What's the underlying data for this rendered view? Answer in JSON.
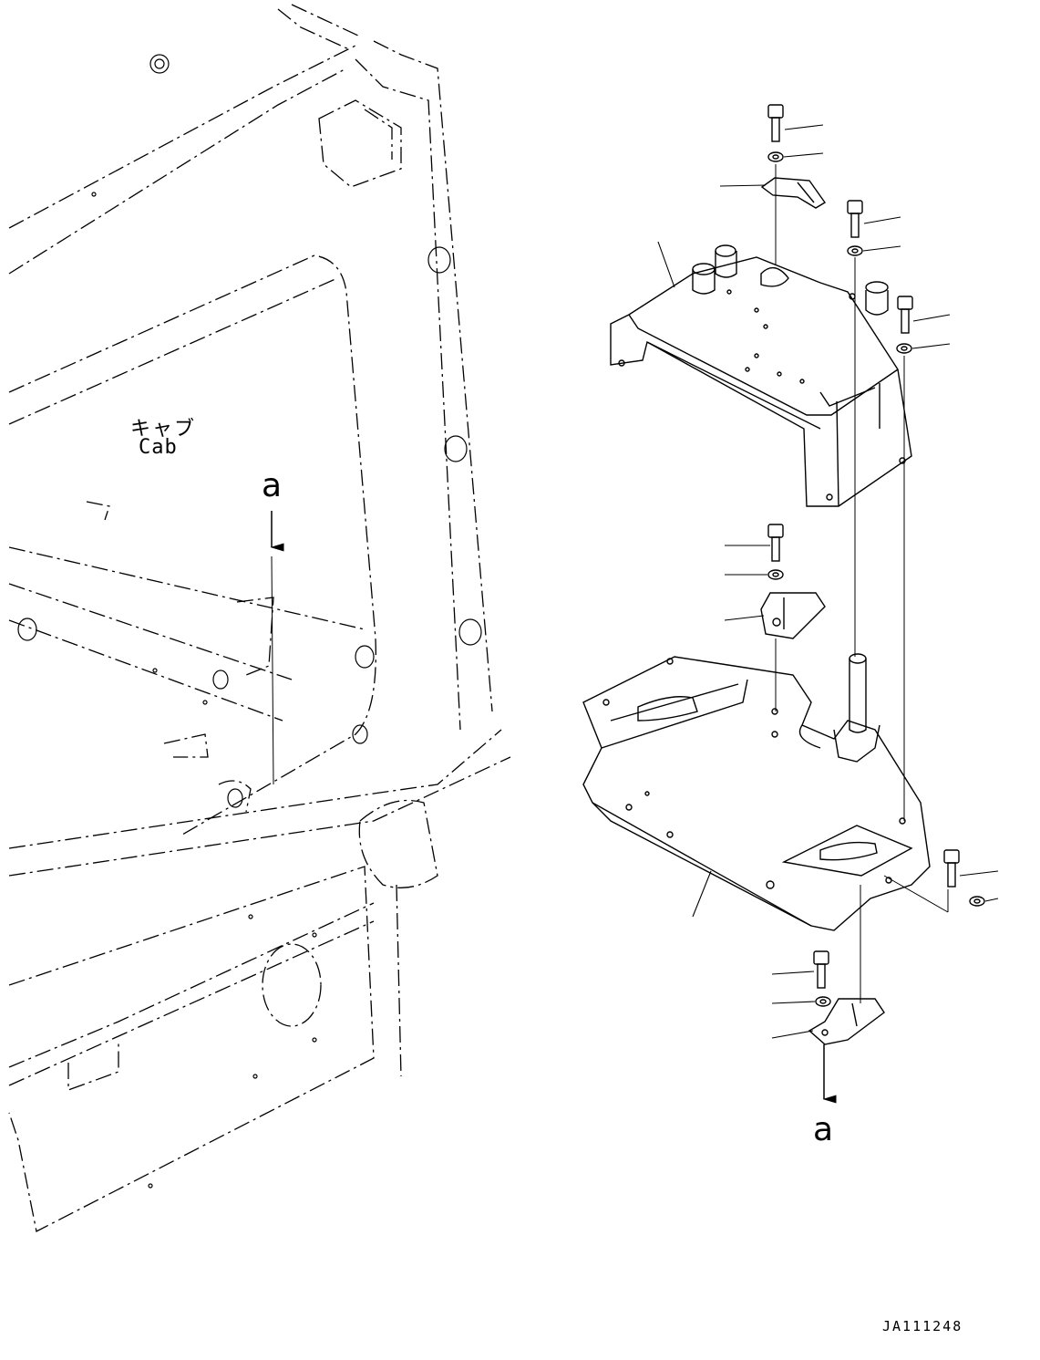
{
  "labels": {
    "cab_japanese": "キャブ",
    "cab_english": "Cab",
    "ref_top": "a",
    "ref_bottom": "a",
    "drawing_number": "JA111248"
  },
  "colors": {
    "line": "#000000",
    "background": "#ffffff"
  }
}
